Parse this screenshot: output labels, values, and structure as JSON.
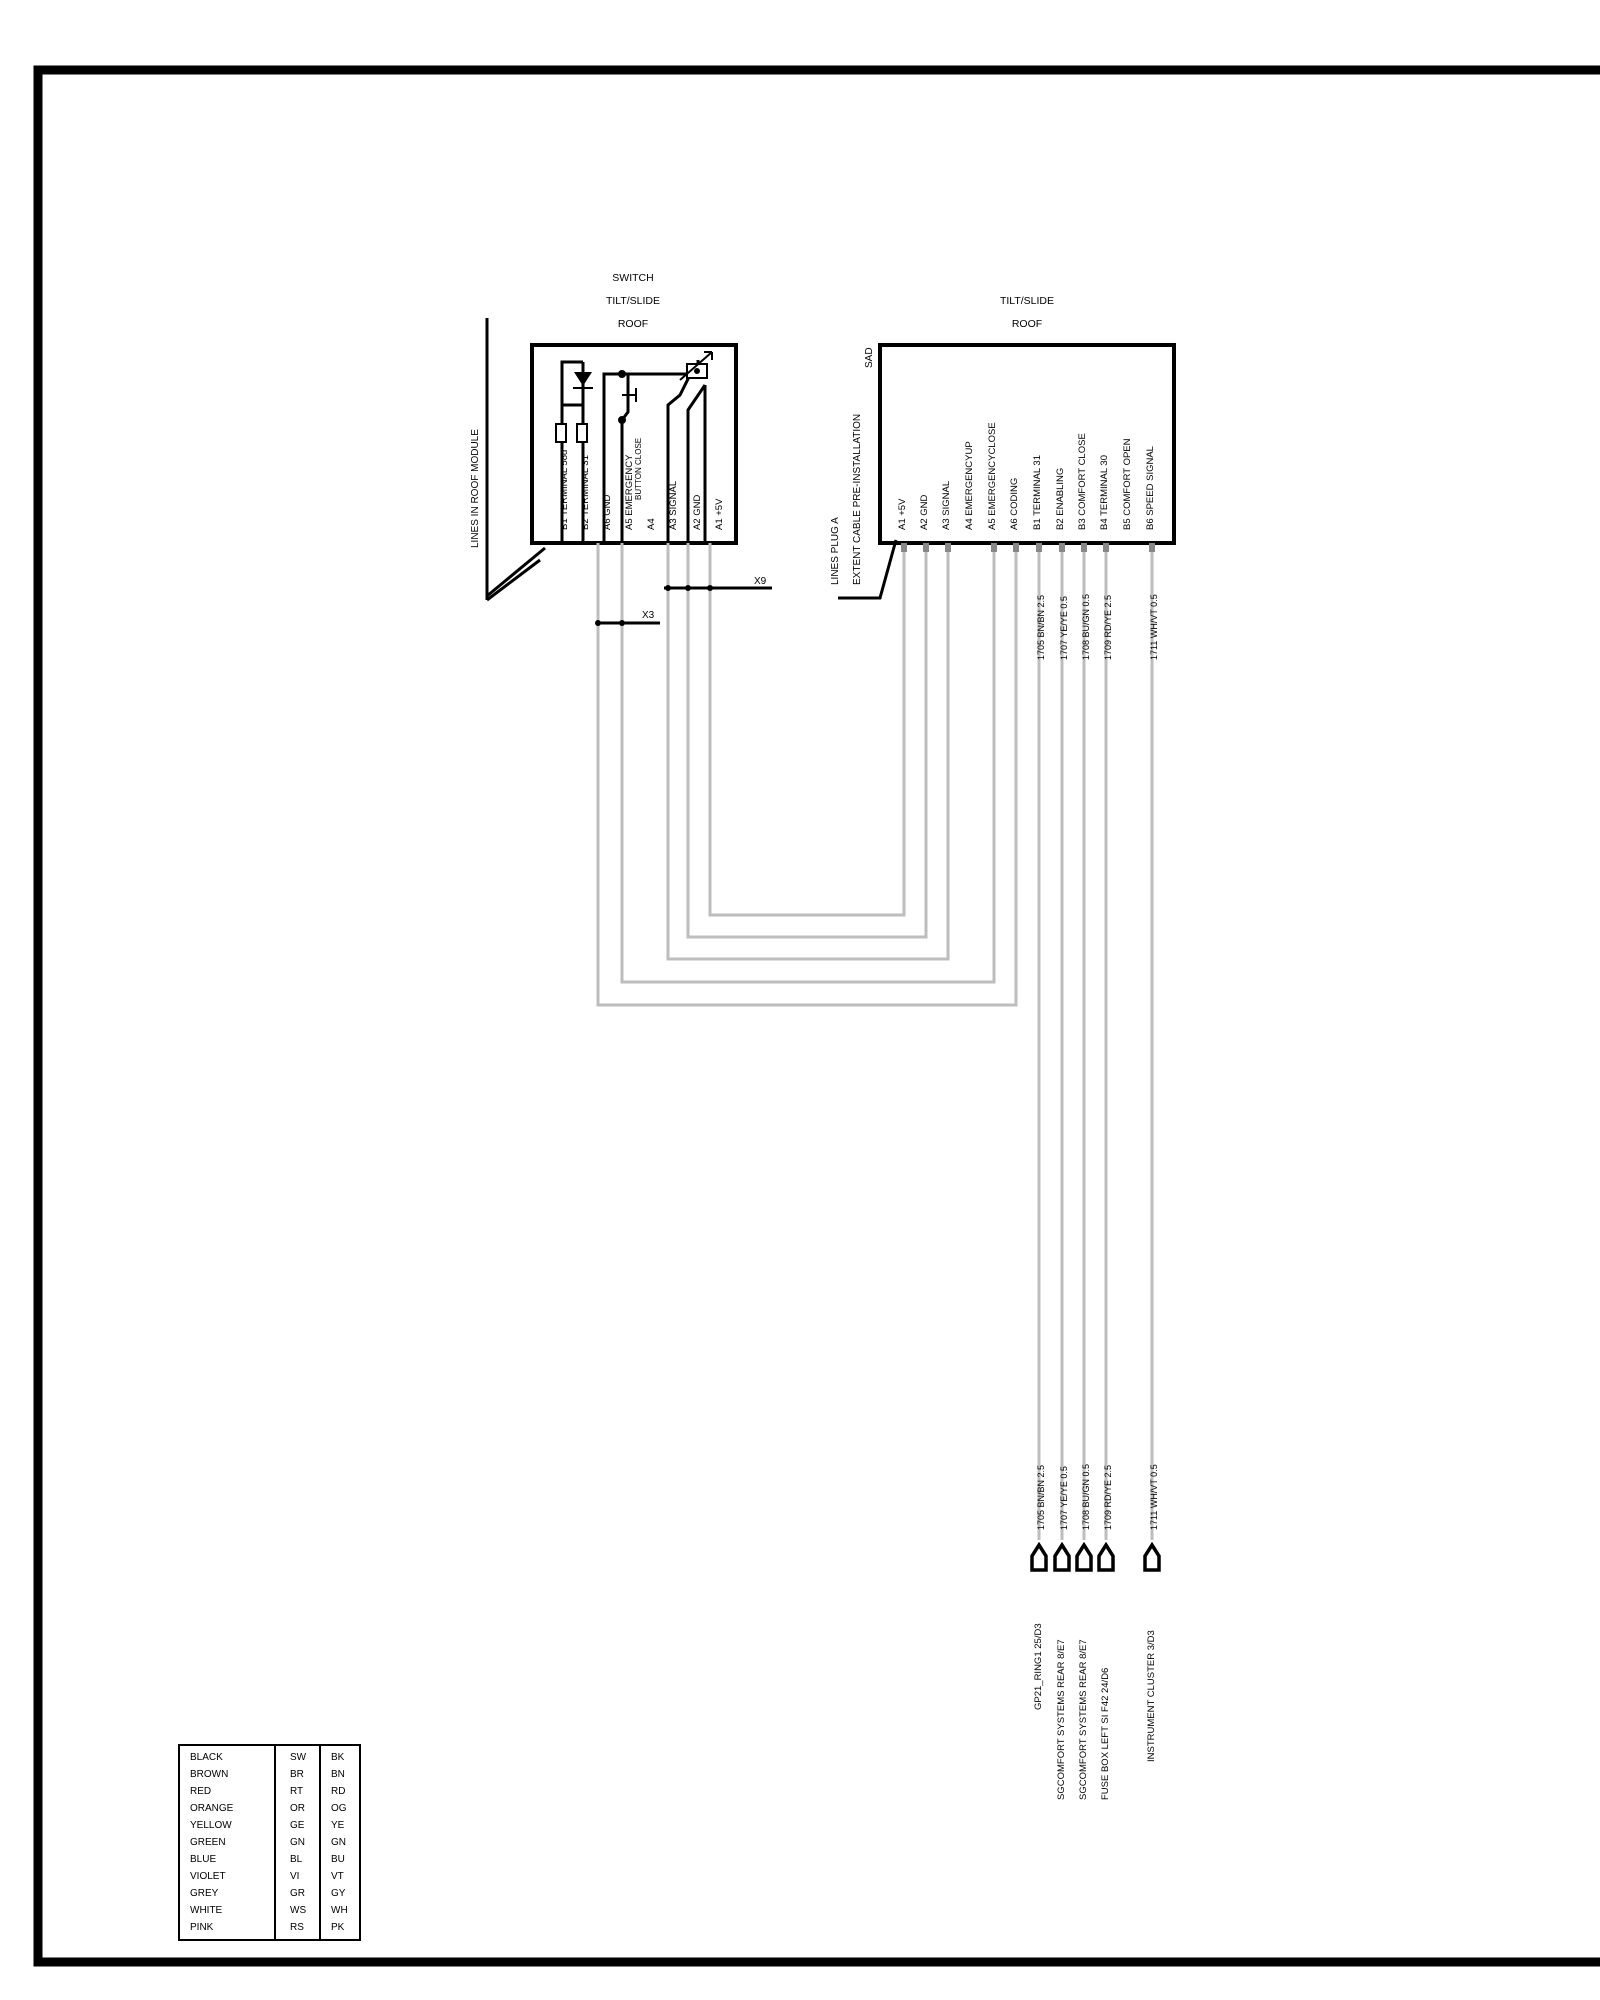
{
  "switch": {
    "title": [
      "SWITCH",
      "TILT/SLIDE",
      "ROOF"
    ],
    "pins": [
      {
        "id": "B1",
        "label": "TERMINAL 58d"
      },
      {
        "id": "B2",
        "label": "TERMINAL 31"
      },
      {
        "id": "A6",
        "label": "GND"
      },
      {
        "id": "A5",
        "label": "EMERGENCY",
        "label2": "BUTTON CLOSE"
      },
      {
        "id": "A4",
        "label": ""
      },
      {
        "id": "A3",
        "label": "SIGNAL"
      },
      {
        "id": "A2",
        "label": "GND"
      },
      {
        "id": "A1",
        "label": "+5V"
      }
    ]
  },
  "roof_module_label": "LINES IN  ROOF MODULE",
  "connectors": {
    "x9": "X9",
    "x3": "X3"
  },
  "sad": {
    "title": [
      "TILT/SLIDE",
      "ROOF"
    ],
    "id": "SAD",
    "plug_label": [
      "LINES  PLUG A",
      "EXTENT  CABLE PRE-INSTALLATION"
    ],
    "pins": [
      {
        "id": "A1",
        "label": "+5V"
      },
      {
        "id": "A2",
        "label": "GND"
      },
      {
        "id": "A3",
        "label": "SIGNAL"
      },
      {
        "id": "A4",
        "label": "EMERGENCYUP"
      },
      {
        "id": "A5",
        "label": "EMERGENCYCLOSE"
      },
      {
        "id": "A6",
        "label": "CODING"
      },
      {
        "id": "B1",
        "label": "TERMINAL 31"
      },
      {
        "id": "B2",
        "label": "ENABLING"
      },
      {
        "id": "B3",
        "label": "COMFORT CLOSE"
      },
      {
        "id": "B4",
        "label": "TERMINAL 30"
      },
      {
        "id": "B5",
        "label": "COMFORT OPEN"
      },
      {
        "id": "B6",
        "label": "SPEED SIGNAL"
      }
    ]
  },
  "wire_codes": [
    "1705 BN/BN 2.5",
    "1707 YE/YE 0.5",
    "1708 BU/GN 0.5",
    "1709 RD/YE 2.5",
    "1711 WH/VT 0.5"
  ],
  "destinations": [
    "GP21_RING1  25/D3",
    "SGCOMFORT SYSTEMS  REAR  8/E7",
    "SGCOMFORT SYSTEMS REAR  8/E7",
    "FUSE BOX  LEFT SI F42  24/D6",
    "INSTRUMENT CLUSTER  3/D3"
  ],
  "legend": [
    [
      "BLACK",
      "SW",
      "BK"
    ],
    [
      "BROWN",
      "BR",
      "BN"
    ],
    [
      "RED",
      "RT",
      "RD"
    ],
    [
      "ORANGE",
      "OR",
      "OG"
    ],
    [
      "YELLOW",
      "GE",
      "YE"
    ],
    [
      "GREEN",
      "GN",
      "GN"
    ],
    [
      "BLUE",
      "BL",
      "BU"
    ],
    [
      "VIOLET",
      "VI",
      "VT"
    ],
    [
      "GREY",
      "GR",
      "GY"
    ],
    [
      "WHITE",
      "WS",
      "WH"
    ],
    [
      "PINK",
      "RS",
      "PK"
    ]
  ]
}
